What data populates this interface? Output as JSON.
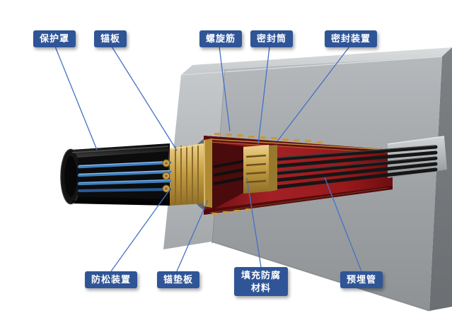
{
  "labels": {
    "protective_cover": {
      "text": "保护罩"
    },
    "anchor_plate": {
      "text": "锚板"
    },
    "spiral_rebar": {
      "text": "螺旋筋"
    },
    "sealing_cylinder": {
      "text": "密封筒"
    },
    "sealing_device": {
      "text": "密封装置"
    },
    "anti_loosening_device": {
      "text": "防松装置"
    },
    "anchor_bearing_plate": {
      "text": "锚垫板"
    },
    "anticorrosion_fill": {
      "text": "填充防腐材料"
    },
    "embedded_pipe": {
      "text": "预埋管"
    }
  },
  "colors": {
    "label_bg": "#2F5597",
    "label_text": "#FFFFFF",
    "leader": "#4472C4",
    "concrete": "#9DA1A4",
    "duct_red": "#A32125",
    "gold": "#C69F45",
    "strand_blue": "#3E7FC1",
    "cover_black": "#141414"
  }
}
